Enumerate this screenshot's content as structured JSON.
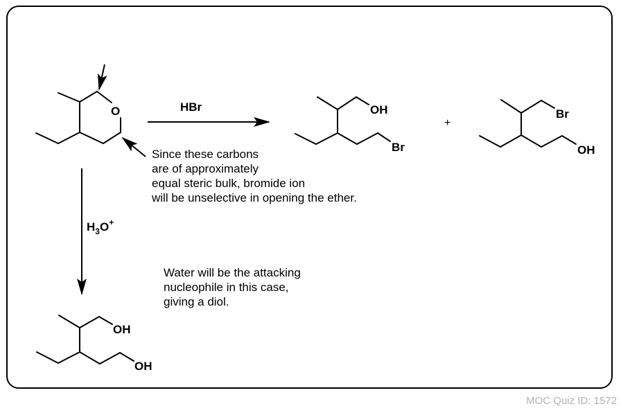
{
  "reagents": {
    "top": "HBr",
    "down_main": "H",
    "down_sub": "3",
    "down_tail": "O",
    "down_sup": "+"
  },
  "atoms": {
    "oxygen": "O",
    "hydroxyl": "OH",
    "bromine": "Br"
  },
  "plus_sign": "+",
  "notes": {
    "hbr": [
      "Since these carbons",
      "are of approximately",
      "equal steric bulk, bromide ion",
      "will be unselective in opening the ether."
    ],
    "water": [
      "Water will be the attacking",
      "nucleophile in this case,",
      "giving a diol."
    ]
  },
  "footer": {
    "quiz_id": "MOC Quiz ID: 1572"
  }
}
